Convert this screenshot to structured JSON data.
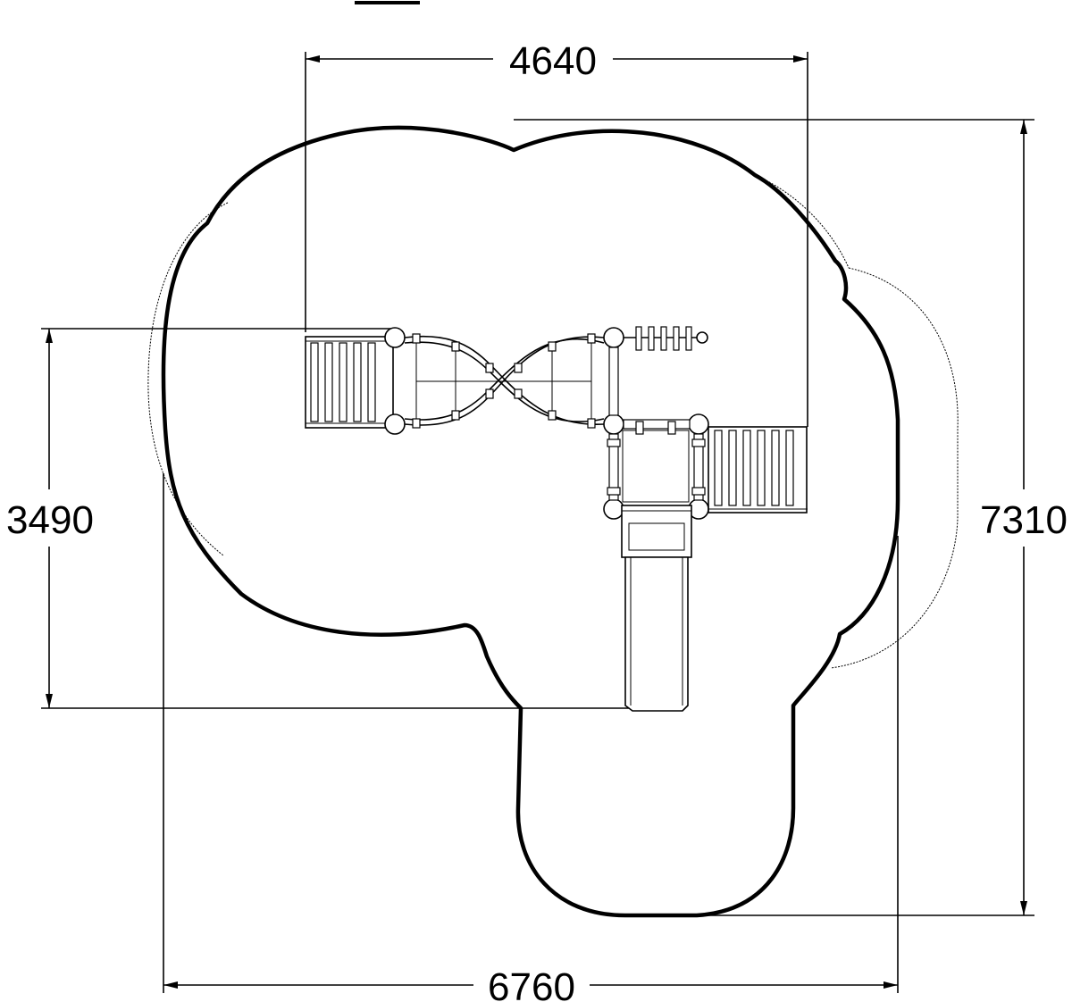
{
  "drawing": {
    "dimensions": {
      "top_width": "4640",
      "left_height": "3490",
      "right_height": "7310",
      "bottom_width": "6760"
    }
  }
}
